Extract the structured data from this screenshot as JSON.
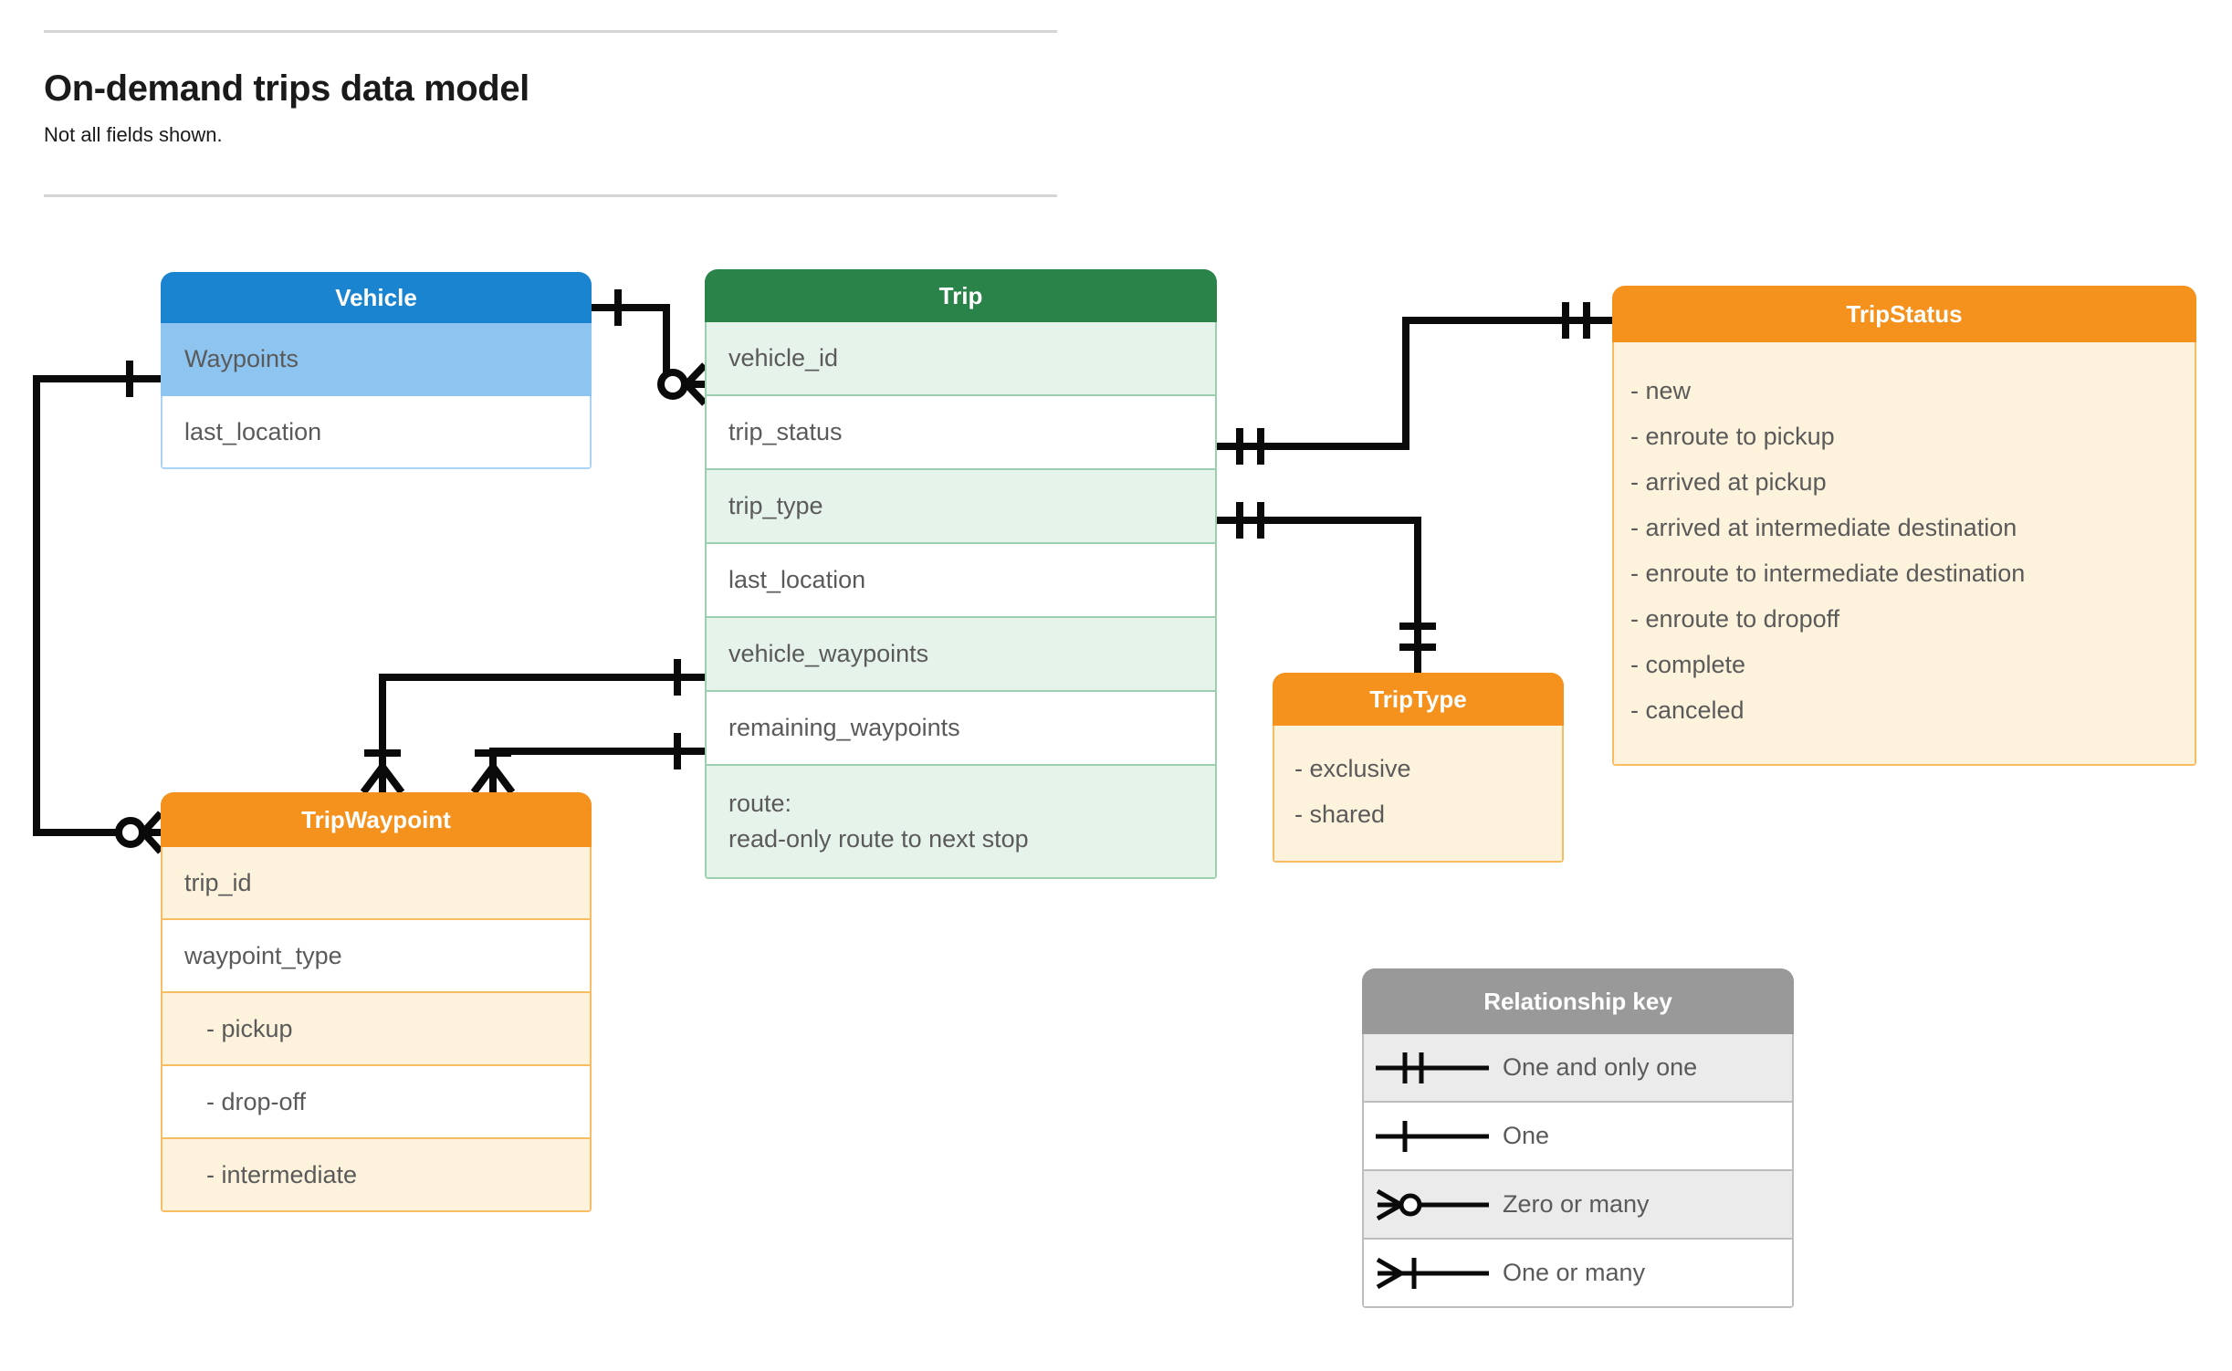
{
  "header": {
    "title": "On-demand trips data model",
    "subtitle": "Not all fields shown."
  },
  "entities": {
    "vehicle": {
      "name": "Vehicle",
      "header_color": "#1a84d0",
      "fields": [
        "Waypoints",
        "last_location"
      ]
    },
    "trip": {
      "name": "Trip",
      "header_color": "#2a8348",
      "fields": [
        "vehicle_id",
        "trip_status",
        "trip_type",
        "last_location",
        "vehicle_waypoints",
        "remaining_waypoints"
      ],
      "route_field_line1": "route:",
      "route_field_line2": "read-only route to next stop"
    },
    "trip_status": {
      "name": "TripStatus",
      "header_color": "#f5921e",
      "values": [
        "- new",
        "- enroute to pickup",
        "- arrived at pickup",
        "- arrived at intermediate destination",
        "- enroute to intermediate destination",
        "- enroute to dropoff",
        "- complete",
        "- canceled"
      ]
    },
    "trip_type": {
      "name": "TripType",
      "header_color": "#f5921e",
      "values": [
        "- exclusive",
        "- shared"
      ]
    },
    "trip_waypoint": {
      "name": "TripWaypoint",
      "header_color": "#f5921e",
      "fields": [
        "trip_id",
        "waypoint_type"
      ],
      "waypoint_type_values": [
        "-  pickup",
        "-  drop-off",
        "-  intermediate"
      ]
    }
  },
  "legend": {
    "title": "Relationship key",
    "rows": [
      {
        "symbol": "one-and-only-one-icon",
        "label": "One and only one"
      },
      {
        "symbol": "one-icon",
        "label": "One"
      },
      {
        "symbol": "zero-or-many-icon",
        "label": "Zero or many"
      },
      {
        "symbol": "one-or-many-icon",
        "label": "One or many"
      }
    ]
  },
  "relationships": [
    {
      "from": "Vehicle",
      "to": "Trip.vehicle_id",
      "from_cardinality": "One",
      "to_cardinality": "Zero or many"
    },
    {
      "from": "Vehicle.Waypoints",
      "to": "TripWaypoint",
      "from_cardinality": "One",
      "to_cardinality": "Zero or many"
    },
    {
      "from": "Trip.trip_status",
      "to": "TripStatus",
      "from_cardinality": "One and only one",
      "to_cardinality": "One and only one"
    },
    {
      "from": "Trip.trip_type",
      "to": "TripType",
      "from_cardinality": "One and only one",
      "to_cardinality": "One and only one"
    },
    {
      "from": "Trip.vehicle_waypoints",
      "to": "TripWaypoint",
      "from_cardinality": "One",
      "to_cardinality": "One or many"
    },
    {
      "from": "Trip.remaining_waypoints",
      "to": "TripWaypoint",
      "from_cardinality": "One",
      "to_cardinality": "One or many"
    }
  ]
}
